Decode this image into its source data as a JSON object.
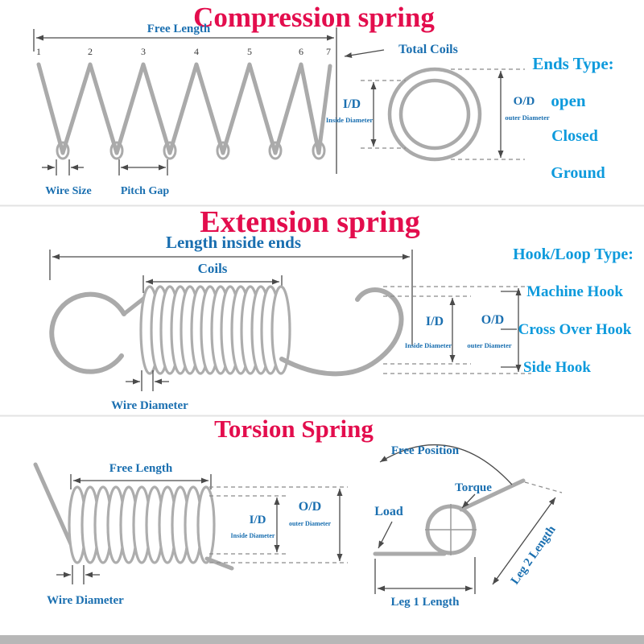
{
  "colors": {
    "title": "#e30d4d",
    "dimension_label": "#1a6fb0",
    "type_label": "#0d9adc",
    "spring_gray": "#aaaaaa"
  },
  "compression": {
    "title": "Compression spring",
    "free_length_label": "Free Length",
    "coil_numbers": [
      "1",
      "2",
      "3",
      "4",
      "5",
      "6",
      "7"
    ],
    "wire_size_label": "Wire Size",
    "pitch_gap_label": "Pitch Gap",
    "total_coils_label": "Total Coils",
    "id_abbr": "I/D",
    "id_full": "Inside Diameter",
    "od_abbr": "O/D",
    "od_full": "outer Diameter",
    "ends_type_heading": "Ends Type:",
    "ends_types": [
      "open",
      "Closed",
      "Ground"
    ]
  },
  "extension": {
    "title": "Extension spring",
    "length_inside_ends_label": "Length inside ends",
    "coils_label": "Coils",
    "id_abbr": "I/D",
    "id_full": "Inside Diameter",
    "od_abbr": "O/D",
    "od_full": "outer Diameter",
    "wire_diameter_label": "Wire Diameter",
    "hook_type_heading": "Hook/Loop Type:",
    "hook_types": [
      "Machine Hook",
      "Cross Over Hook",
      "Side Hook"
    ]
  },
  "torsion": {
    "title": "Torsion Spring",
    "free_length_label": "Free Length",
    "id_abbr": "I/D",
    "id_full": "Inside Diameter",
    "od_abbr": "O/D",
    "od_full": "outer Diameter",
    "wire_diameter_label": "Wire Diameter",
    "free_position_label": "Free Position",
    "torque_label": "Torque",
    "load_label": "Load",
    "leg1_label": "Leg 1 Length",
    "leg2_label": "Leg 2 Length"
  }
}
